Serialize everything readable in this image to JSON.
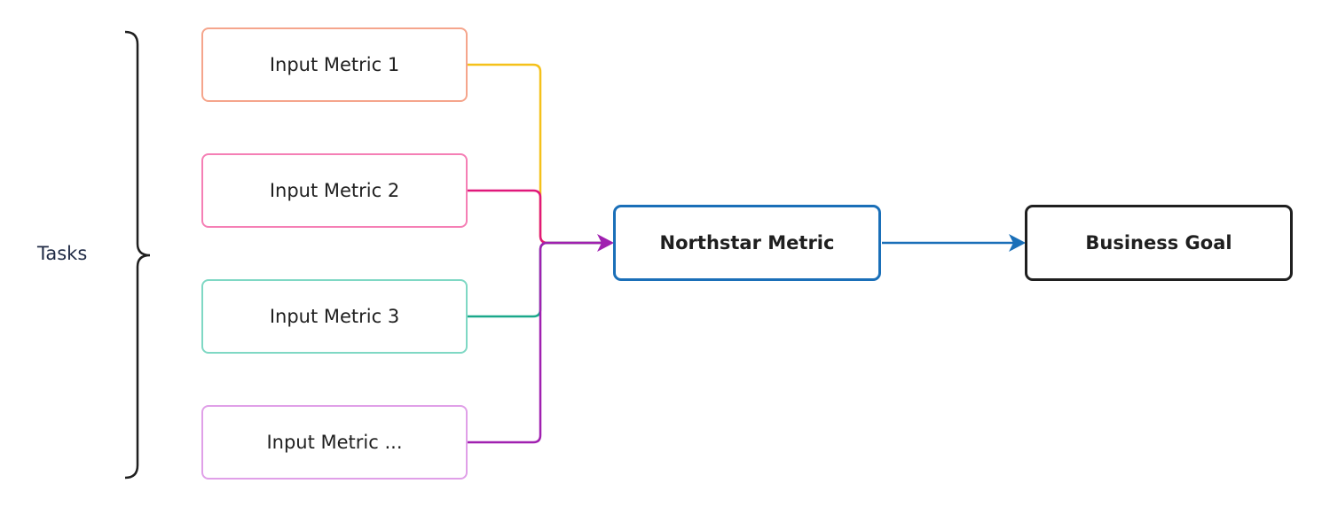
{
  "tasks_label": "Tasks",
  "inputs": [
    {
      "label": "Input Metric 1",
      "border_color": "#f5a58c",
      "line_color": "#f5c11a"
    },
    {
      "label": "Input Metric 2",
      "border_color": "#f57fb5",
      "line_color": "#e0187a"
    },
    {
      "label": "Input Metric 3",
      "border_color": "#7fd8c4",
      "line_color": "#1aa88a"
    },
    {
      "label": "Input Metric ...",
      "border_color": "#e0a0e8",
      "line_color": "#a020b0"
    }
  ],
  "northstar": {
    "label": "Northstar Metric",
    "color": "#1a6fb8"
  },
  "goal": {
    "label": "Business Goal",
    "color": "#1f1f1f"
  }
}
